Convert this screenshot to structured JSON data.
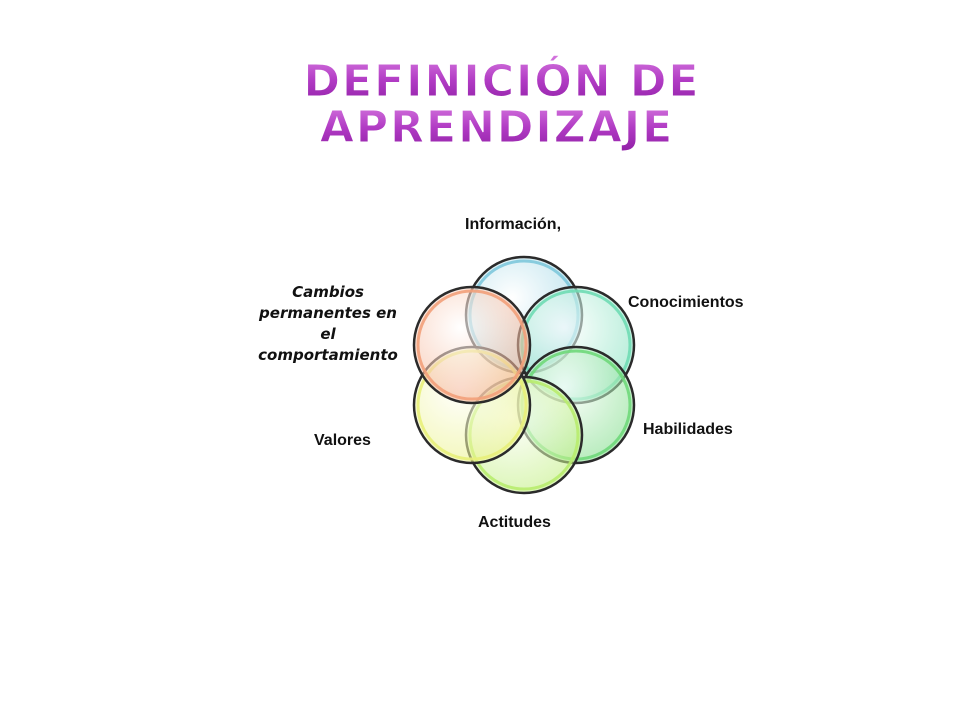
{
  "title": {
    "line1": "DEFINICIÓN DE",
    "line2": "APRENDIZAJE",
    "color": "#b13bc4"
  },
  "diagram": {
    "center_label": "Cambios permanentes en el comportamiento",
    "center_label_lines": [
      "Cambios",
      "permanentes en",
      "el",
      "comportamiento"
    ],
    "items": [
      {
        "label": "Información,",
        "color": "#7ec8dc"
      },
      {
        "label": "Conocimientos",
        "color": "#6fdcb4"
      },
      {
        "label": "Habilidades",
        "color": "#6fd87a"
      },
      {
        "label": "Actitudes",
        "color": "#b8ec6e"
      },
      {
        "label": "Valores",
        "color": "#e8f07a"
      },
      {
        "label": "",
        "color": "#f2a07a"
      }
    ]
  }
}
